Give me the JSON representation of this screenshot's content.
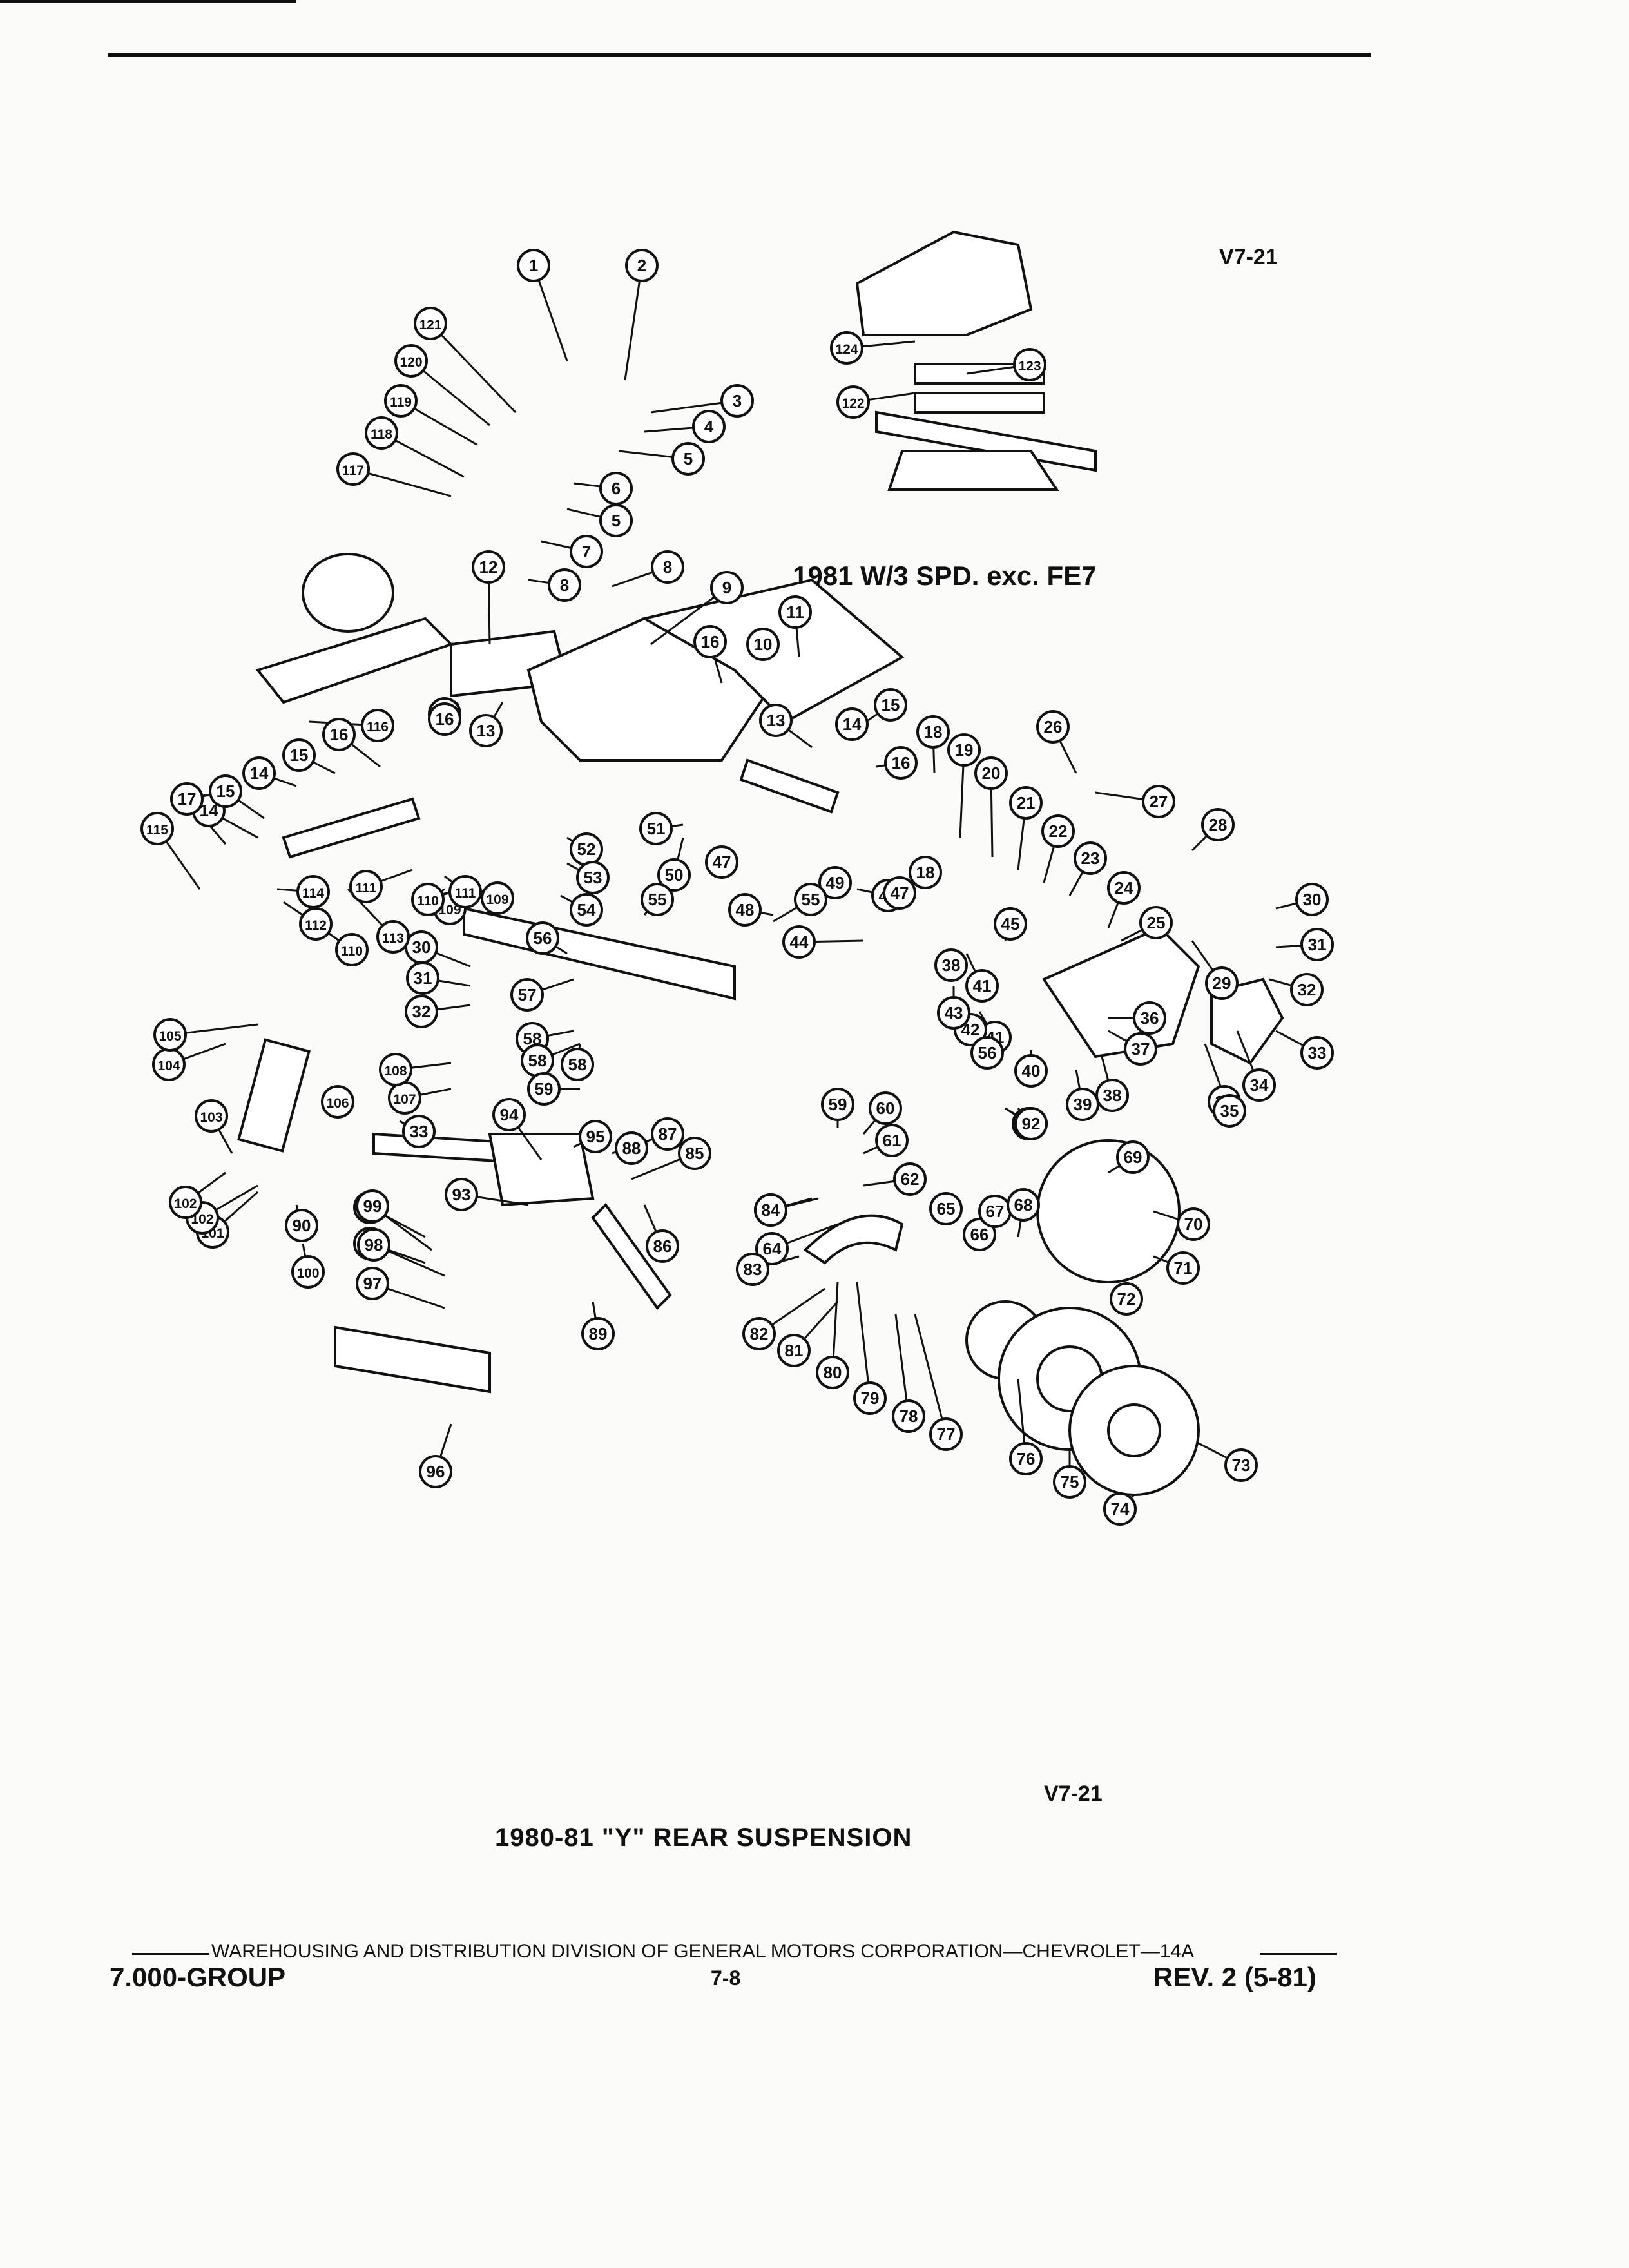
{
  "header": {
    "section_code_top": "V7-21",
    "section_code_bottom": "V7-21",
    "inset_caption": "1981 W/3 SPD. exc. FE7"
  },
  "figure": {
    "title": "1980-81 \"Y\" REAR SUSPENSION"
  },
  "footer": {
    "publisher": "WAREHOUSING AND DISTRIBUTION DIVISION OF GENERAL MOTORS CORPORATION—CHEVROLET—14A",
    "group": "7.000-GROUP",
    "page_number": "7-8",
    "revision": "REV. 2 (5-81)"
  },
  "callouts": [
    "1",
    "2",
    "3",
    "4",
    "5",
    "5",
    "6",
    "7",
    "8",
    "8",
    "9",
    "10",
    "11",
    "12",
    "13",
    "13",
    "14",
    "14",
    "14",
    "15",
    "15",
    "15",
    "15",
    "16",
    "16",
    "16",
    "16",
    "17",
    "18",
    "18",
    "19",
    "20",
    "21",
    "22",
    "23",
    "24",
    "25",
    "26",
    "27",
    "28",
    "29",
    "30",
    "30",
    "31",
    "31",
    "32",
    "32",
    "33",
    "33",
    "34",
    "34",
    "35",
    "36",
    "37",
    "38",
    "38",
    "39",
    "40",
    "41",
    "41",
    "42",
    "43",
    "44",
    "45",
    "46",
    "47",
    "47",
    "48",
    "49",
    "50",
    "51",
    "52",
    "53",
    "54",
    "55",
    "55",
    "56",
    "56",
    "57",
    "57",
    "57",
    "58",
    "58",
    "58",
    "59",
    "59",
    "60",
    "61",
    "62",
    "63",
    "64",
    "65",
    "66",
    "67",
    "68",
    "69",
    "70",
    "71",
    "72",
    "73",
    "74",
    "75",
    "76",
    "77",
    "78",
    "79",
    "80",
    "81",
    "82",
    "83",
    "84",
    "85",
    "86",
    "87",
    "88",
    "89",
    "90",
    "90",
    "91",
    "92",
    "93",
    "94",
    "95",
    "96",
    "97",
    "98",
    "99",
    "100",
    "101",
    "102",
    "102",
    "103",
    "104",
    "105",
    "106",
    "107",
    "108",
    "109",
    "109",
    "110",
    "110",
    "111",
    "111",
    "112",
    "113",
    "114",
    "115",
    "116",
    "117",
    "118",
    "119",
    "120",
    "121",
    "122",
    "123",
    "124"
  ]
}
